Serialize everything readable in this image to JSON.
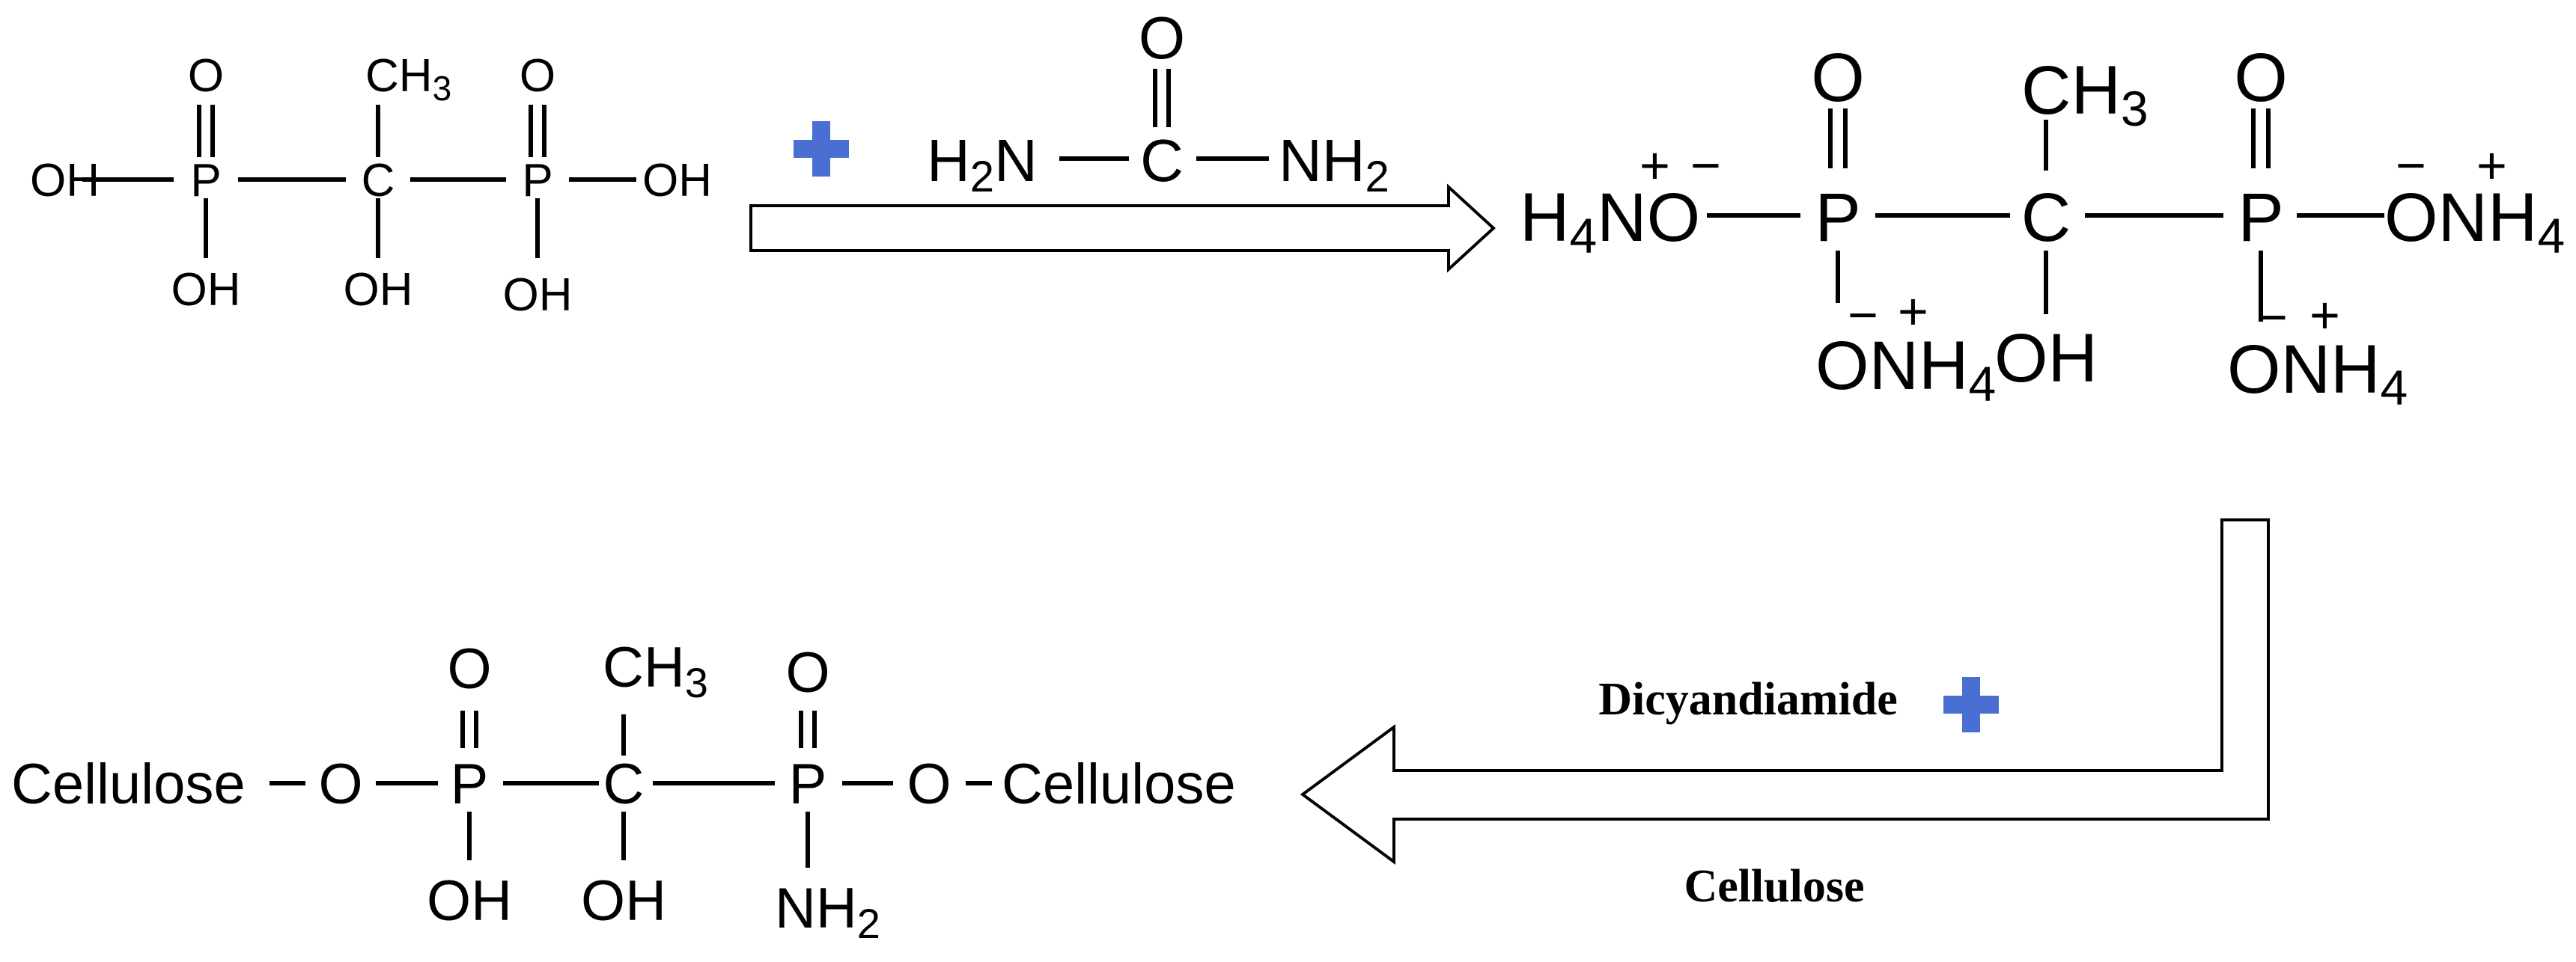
{
  "molecule_1": {
    "atoms": [
      "O",
      "CH",
      "3",
      "O",
      "OH",
      "P",
      "C",
      "P",
      "OH",
      "OH",
      "OH",
      "OH"
    ]
  },
  "reagent_1": {
    "atoms": [
      "O",
      "H",
      "2",
      "N",
      "C",
      "NH",
      "2"
    ]
  },
  "plus_color": "#4a6fd2",
  "molecule_2": {
    "atoms": [
      "O",
      "CH",
      "3",
      "O",
      "H",
      "4",
      "NO",
      "P",
      "C",
      "P",
      "ONH",
      "4",
      "O",
      "NH",
      "4",
      "OH",
      "O",
      "NH",
      "4"
    ],
    "charges": [
      "+",
      "−",
      "−",
      "+",
      "−",
      "+",
      "−",
      "+"
    ]
  },
  "step_2": {
    "reagent_label": "Dicyandiamide",
    "substrate_label": "Cellulose"
  },
  "molecule_3": {
    "atoms": [
      "O",
      "CH",
      "3",
      "O",
      "Cellulose",
      "O",
      "P",
      "C",
      "P",
      "O",
      "Cellulose",
      "OH",
      "OH",
      "NH",
      "2"
    ]
  }
}
